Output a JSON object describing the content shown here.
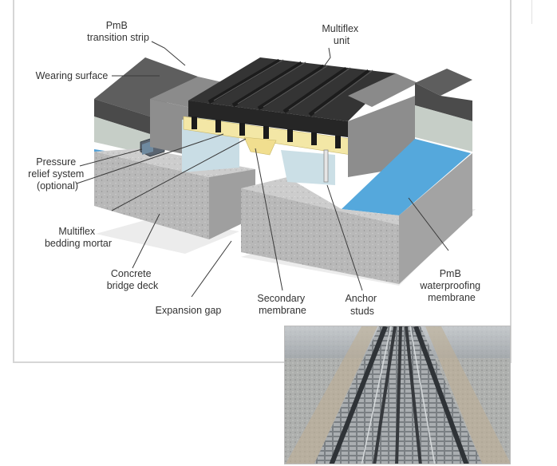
{
  "labels": {
    "pmb_transition_strip": [
      "PmB",
      "transition strip"
    ],
    "multiflex_unit": [
      "Multiflex",
      "unit"
    ],
    "wearing_surface": [
      "Wearing surface"
    ],
    "pressure_relief": [
      "Pressure",
      "relief system",
      "(optional)"
    ],
    "bedding_mortar": [
      "Multiflex",
      "bedding mortar"
    ],
    "bridge_deck": [
      "Concrete",
      "bridge deck"
    ],
    "expansion_gap": [
      "Expansion gap"
    ],
    "secondary_membrane": [
      "Secondary",
      "membrane"
    ],
    "anchor_studs": [
      "Anchor",
      "studs"
    ],
    "pmb_waterproofing": [
      "PmB",
      "waterproofing",
      "membrane"
    ]
  },
  "colors": {
    "wearing": "#585858",
    "concrete": "#b9b9b9",
    "rubber": "#2f2f2f",
    "membrane_blue": "#56a8db",
    "mortar_yellow": "#f3e7a6",
    "leader": "#3a3a3a"
  }
}
